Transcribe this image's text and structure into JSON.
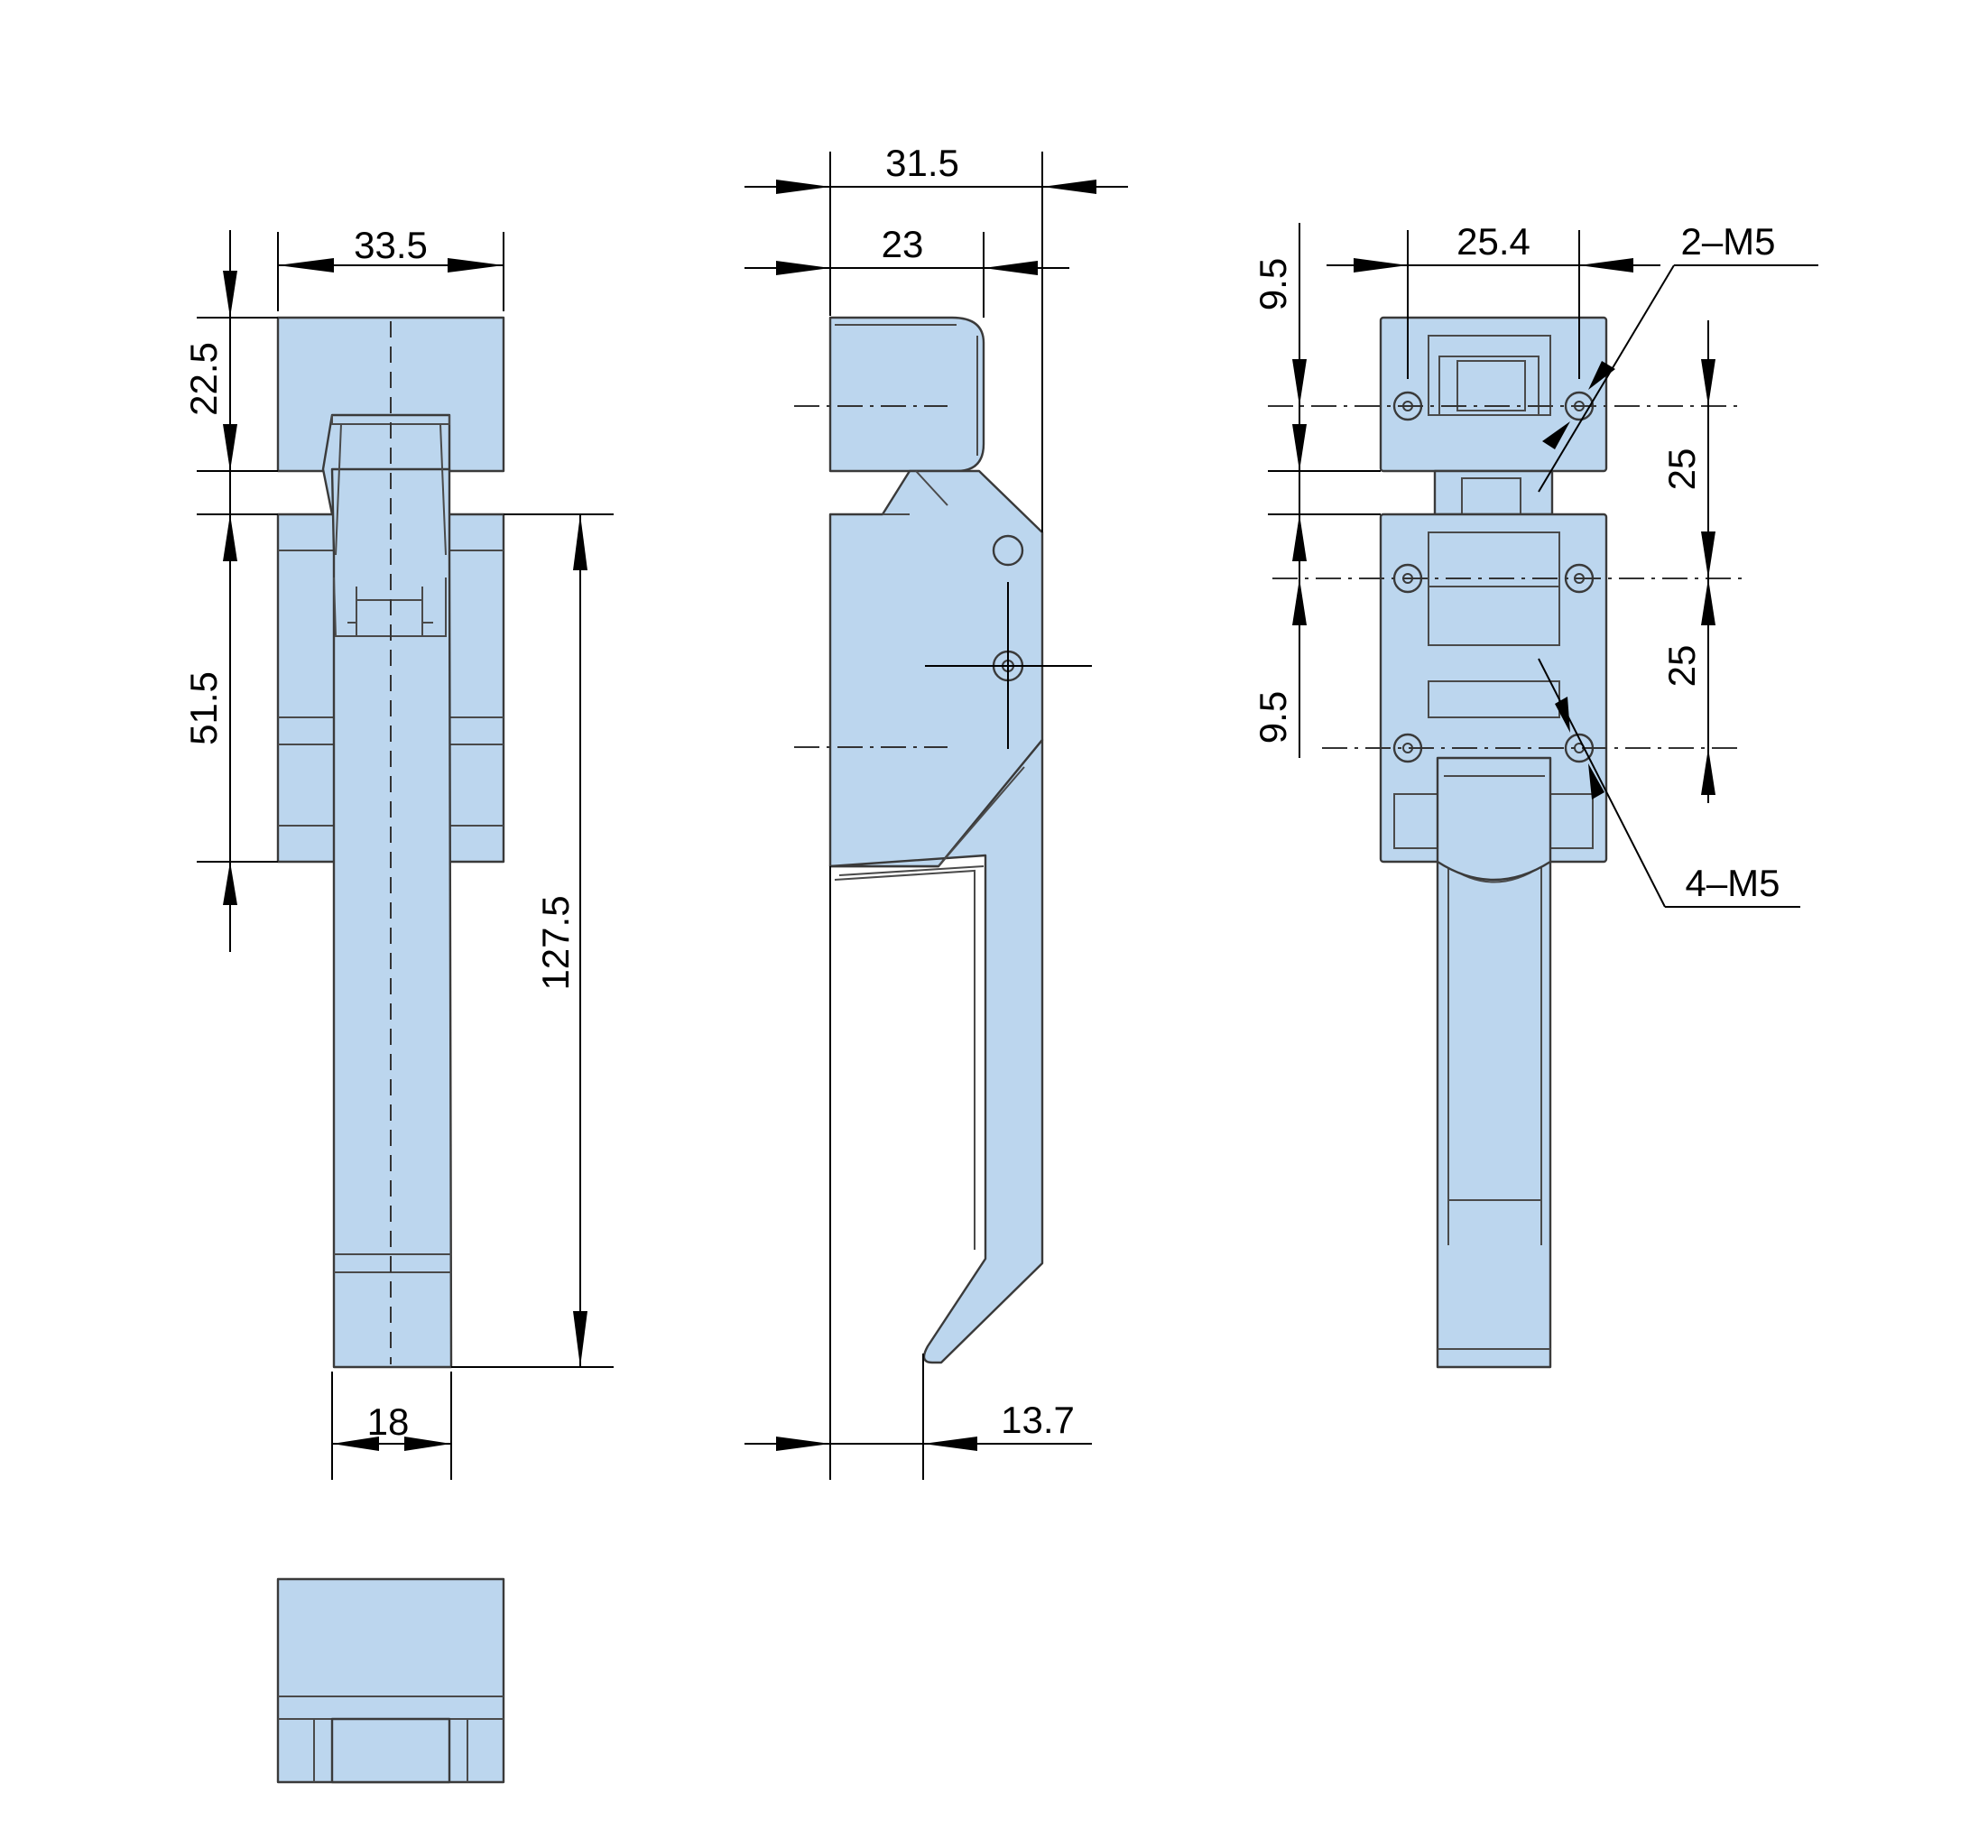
{
  "dimensions": {
    "front_width_top": "33.5",
    "front_height_top": "22.5",
    "front_height_mid": "51.5",
    "front_total_height": "127.5",
    "front_handle_width": "18",
    "side_total_width": "31.5",
    "side_top_width": "23",
    "side_handle_offset": "13.7",
    "rear_hole_spacing_x": "25.4",
    "rear_offset_top": "9.5",
    "rear_offset_bottom": "9.5",
    "rear_pitch_upper": "25",
    "rear_pitch_lower": "25"
  },
  "callouts": {
    "top_holes": "2–M5",
    "bottom_holes": "4–M5"
  },
  "colors": {
    "part_fill": "#bcd6ee",
    "outline": "#3a3a3a",
    "dimension_line": "#000000"
  }
}
